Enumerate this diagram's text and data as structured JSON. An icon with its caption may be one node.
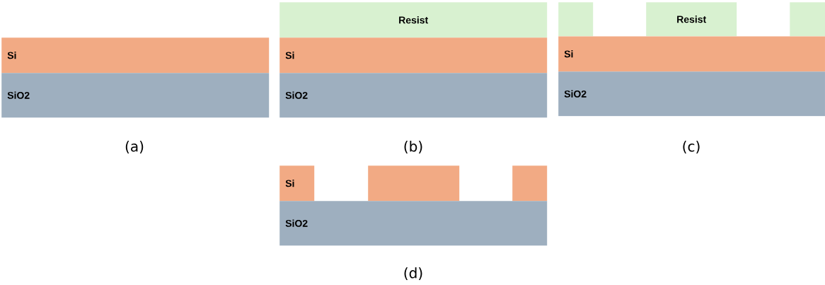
{
  "diagram": {
    "nodes": [
      {
        "text": [
          "Si"
        ]
      },
      {
        "text": [
          "SiO2"
        ]
      },
      {
        "text": [
          "Resist"
        ]
      },
      {
        "text": [
          "Si"
        ]
      },
      {
        "text": [
          "SiO2"
        ]
      },
      {
        "text": [],
        "shape": "box"
      },
      {
        "text": [
          "Resist"
        ]
      },
      {
        "text": [],
        "shape": "box"
      },
      {
        "text": [
          "Si"
        ]
      },
      {
        "text": [
          "SiO2"
        ]
      },
      {
        "text": [
          "Si"
        ]
      },
      {
        "text": [],
        "shape": "box"
      },
      {
        "text": [],
        "shape": "box"
      },
      {
        "text": [
          "SiO2"
        ]
      }
    ],
    "labels": [
      "(a)",
      "(b)",
      "(c)",
      "(d)"
    ]
  }
}
